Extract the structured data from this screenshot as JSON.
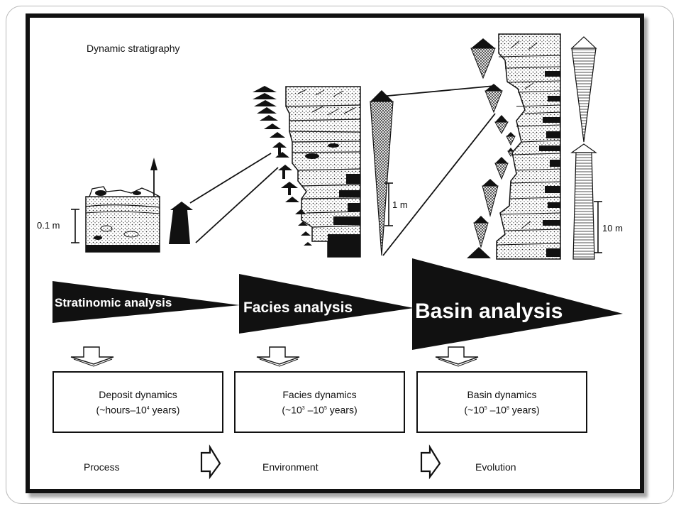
{
  "title": "Dynamic stratigraphy",
  "scales": {
    "small": "0.1 m",
    "medium": "1 m",
    "large": "10 m"
  },
  "analyses": [
    {
      "label": "Stratinomic analysis"
    },
    {
      "label": "Facies analysis"
    },
    {
      "label": "Basin analysis"
    }
  ],
  "dynamics": [
    {
      "name": "Deposit dynamics",
      "range_prefix": "(~hours–10",
      "sup1": "4",
      "range_mid": "",
      "sup2": "",
      "range_suffix": " years)"
    },
    {
      "name": "Facies dynamics",
      "range_prefix": "(~10",
      "sup1": "3",
      "range_mid": " –10",
      "sup2": "5",
      "range_suffix": " years)"
    },
    {
      "name": "Basin dynamics",
      "range_prefix": "(~10",
      "sup1": "5",
      "range_mid": " –10",
      "sup2": "8",
      "range_suffix": " years)"
    }
  ],
  "footer": {
    "process": "Process",
    "environment": "Environment",
    "evolution": "Evolution"
  }
}
